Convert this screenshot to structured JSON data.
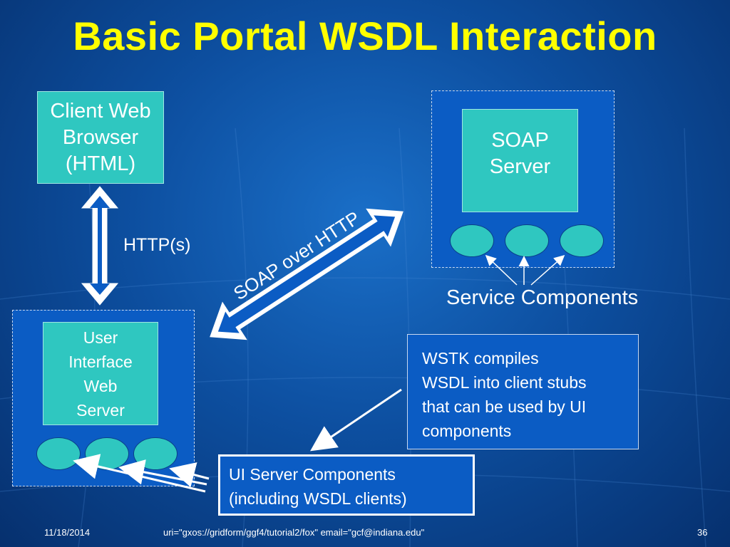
{
  "title": "Basic Portal WSDL Interaction",
  "boxes": {
    "client_browser": [
      "Client Web",
      "Browser",
      "(HTML)"
    ],
    "soap_server": [
      "SOAP",
      "Server"
    ],
    "ui_web_server": [
      "User",
      "Interface",
      "Web",
      "Server"
    ],
    "wstk_note": [
      "WSTK compiles",
      "WSDL into client stubs",
      "that can be used by UI",
      "components"
    ],
    "ui_server_components": [
      "UI Server Components",
      "(including WSDL clients)"
    ]
  },
  "labels": {
    "http": "HTTP(s)",
    "soap_over_http": "SOAP over HTTP",
    "service_components": "Service Components"
  },
  "footer": {
    "date": "11/18/2014",
    "source": "uri=\"gxos://gridform/ggf4/tutorial2/fox\" email=\"gcf@indiana.edu\"",
    "page": "36"
  },
  "colors": {
    "title": "#ffff00",
    "teal_box": "#2fc7c0",
    "container_blue": "#0b5cc4"
  }
}
